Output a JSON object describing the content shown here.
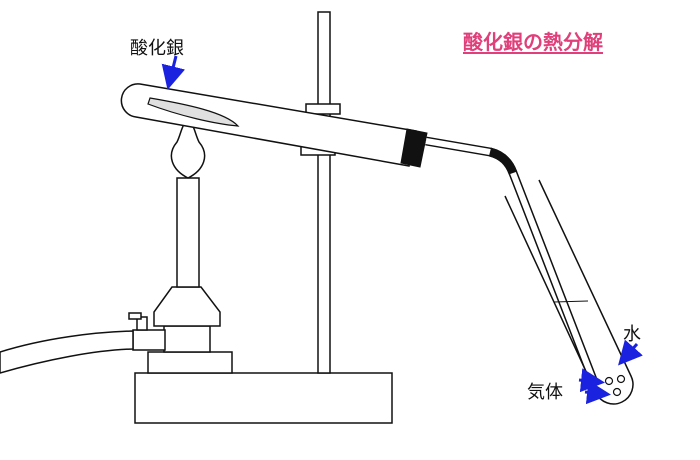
{
  "title": "酸化銀の熱分解",
  "labels": {
    "silver_oxide": "酸化銀",
    "water": "水",
    "gas": "気体"
  },
  "colors": {
    "title": "#e0407a",
    "arrows": "#1a22e0",
    "outline": "#111111",
    "silver_oxide_deposit": "#e0e0e0"
  }
}
